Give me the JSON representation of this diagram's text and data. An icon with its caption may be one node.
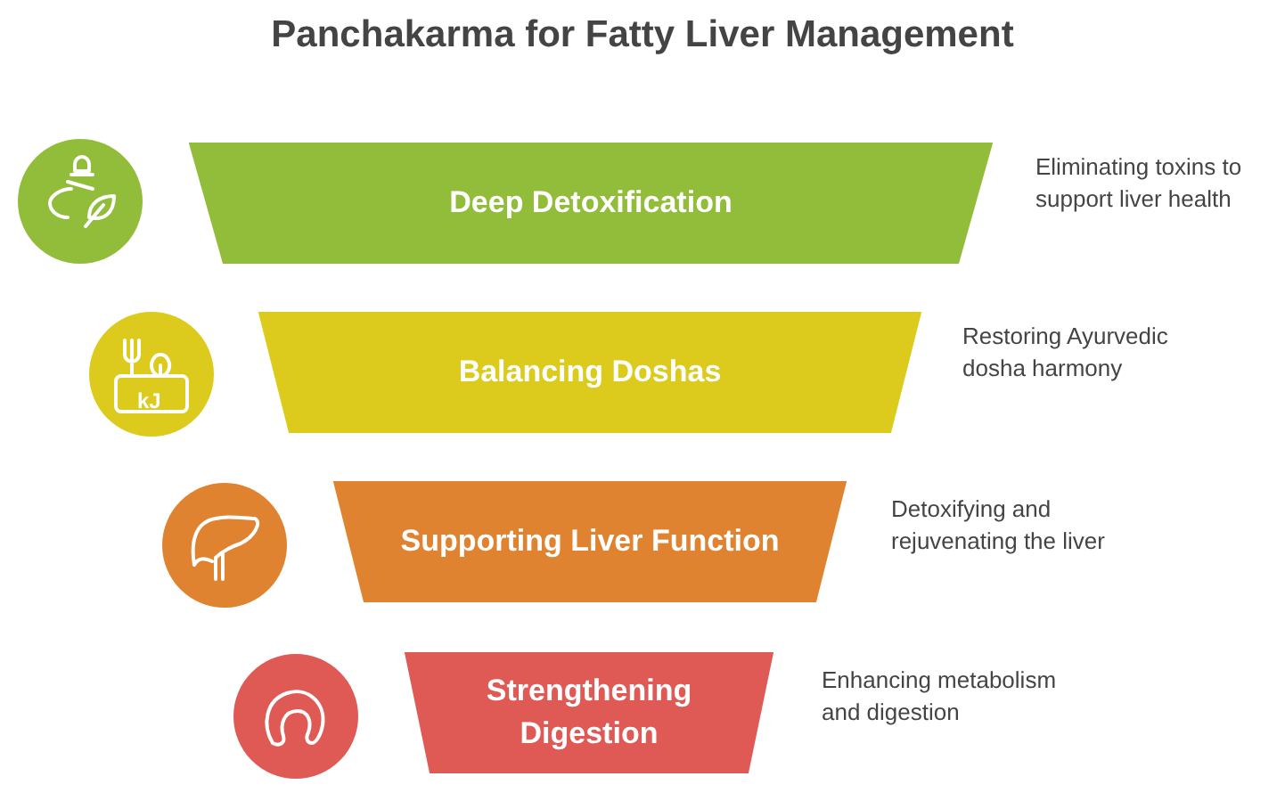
{
  "diagram": {
    "title": "Panchakarma for Fatty Liver Management",
    "nodes": [
      {
        "text": [
          "Deep Detoxification"
        ],
        "beside": [
          "Eliminating toxins to support liver health"
        ]
      },
      {
        "text": [
          "Balancing Doshas"
        ],
        "beside": [
          "Restoring Ayurvedic dosha harmony"
        ]
      },
      {
        "text": [
          "Supporting Liver Function"
        ],
        "beside": [
          "Detoxifying and rejuvenating the liver"
        ]
      },
      {
        "text": [
          "Strengthening Digestion"
        ],
        "beside": [
          "Enhancing metabolism and digestion"
        ]
      }
    ],
    "edges": [],
    "labels": [
      "kJ"
    ]
  }
}
